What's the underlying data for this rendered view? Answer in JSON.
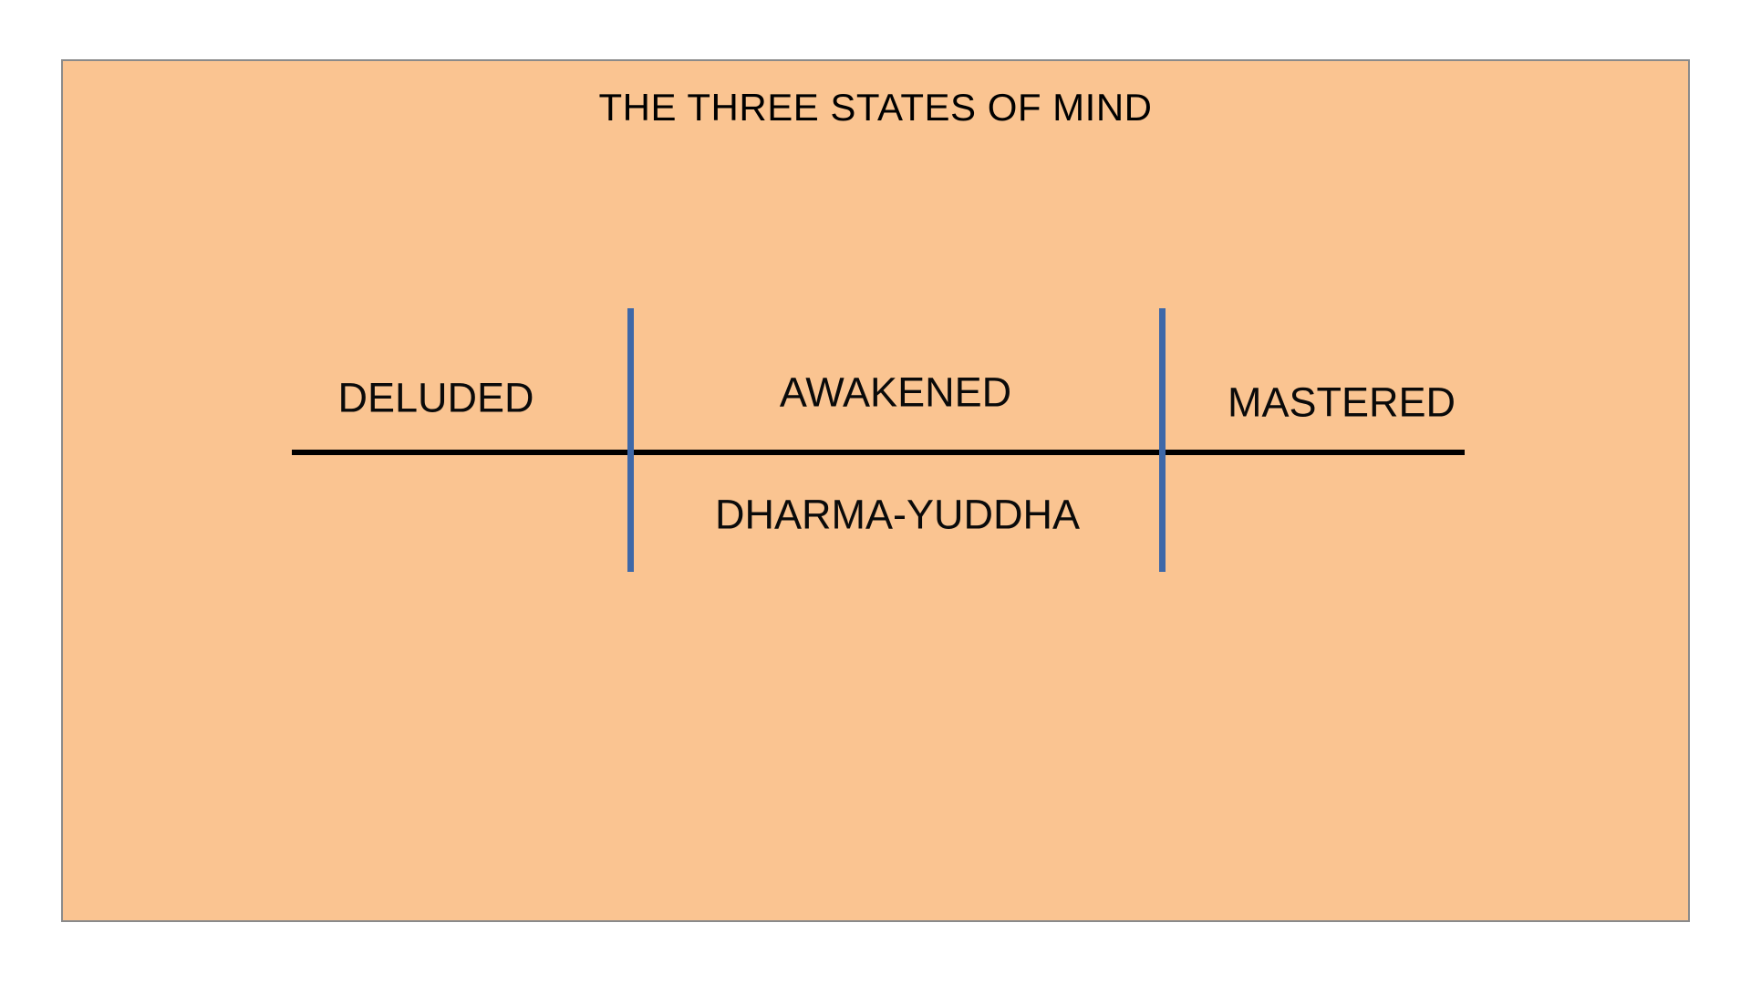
{
  "slide": {
    "title": "THE THREE STATES OF MIND",
    "spectrum": {
      "sections": [
        {
          "label": "DELUDED"
        },
        {
          "label": "AWAKENED"
        },
        {
          "label": "MASTERED"
        }
      ],
      "sublabel": "DHARMA-YUDDHA"
    },
    "colors": {
      "panel_background": "#FAC491",
      "panel_border": "#8A8A8A",
      "axis_line": "#000000",
      "divider_line": "#3E68A8",
      "text": "#000000",
      "page_background": "#FFFFFF"
    }
  }
}
